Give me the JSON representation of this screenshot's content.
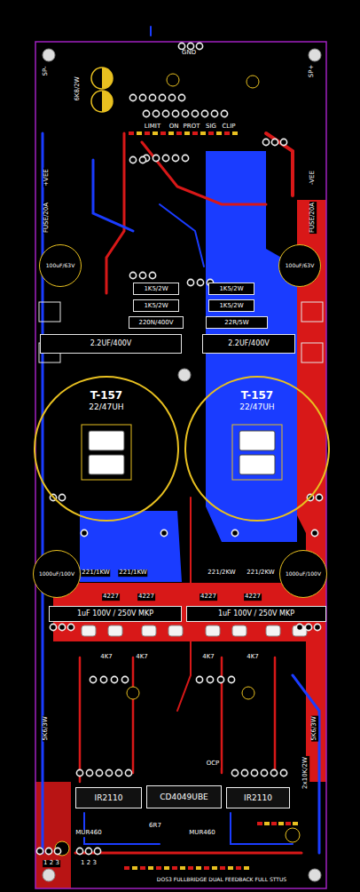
{
  "diagram": {
    "nodes": [
      {
        "text": [
          "2.2UF/400V"
        ]
      },
      {
        "text": [
          "2.2UF/400V"
        ]
      },
      {
        "text": [
          "220N/400V"
        ]
      },
      {
        "text": [
          "22R/5W"
        ]
      },
      {
        "text": [
          "1K5/2W"
        ]
      },
      {
        "text": [
          "1K5/2W"
        ]
      },
      {
        "text": [
          "1K5/2W"
        ]
      },
      {
        "text": [
          "1K5/2W"
        ]
      },
      {
        "text": [
          "T-157",
          "22/47UH"
        ]
      },
      {
        "text": [
          "T-157",
          "22/47UH"
        ]
      },
      {
        "text": [
          "1uF 100V / 250V MKP"
        ]
      },
      {
        "text": [
          "1uF 100V / 250V MKP"
        ]
      },
      {
        "text": [
          "IR2110"
        ]
      },
      {
        "text": [
          "CD4049UBE"
        ]
      },
      {
        "text": [
          "IR2110"
        ]
      },
      {
        "text": [
          "100uF/63V"
        ]
      },
      {
        "text": [
          "100uF/63V"
        ]
      },
      {
        "text": [
          "1000uF/100V"
        ]
      },
      {
        "text": [
          "1000uF/100V"
        ]
      }
    ],
    "labels": [
      "GND",
      "SP-",
      "SP+",
      "6K8/2W",
      "LIMIT",
      "ON",
      "PROT",
      "SIG",
      "CLIP",
      "+VEE",
      "-VEE",
      "FUSE/20A",
      "FUSE/20A",
      "4227",
      "4227",
      "4227",
      "4227",
      "221/1KW",
      "221/1KW",
      "221/2KW",
      "221/2KW",
      "4K7",
      "4K7",
      "4K7",
      "4K7",
      "MUR460",
      "MUR460",
      "5K6/3W",
      "5K6/3W",
      "OCP",
      "1 2 3",
      "1 2 3",
      "DOS3 FULLBRIDGE DUAL FEEDBACK FULL STTUS",
      "6R7",
      "2x10K/2W"
    ]
  }
}
